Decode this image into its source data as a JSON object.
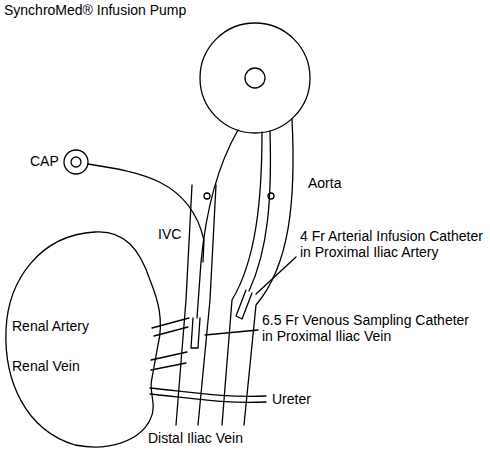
{
  "diagram": {
    "nodes": [
      {
        "text": [
          "SynchroMed® Infusion Pump"
        ]
      },
      {
        "text": [
          "CAP"
        ]
      }
    ],
    "labels": [
      "Aorta",
      "IVC",
      "4 Fr Arterial Infusion Catheter in Proximal Iliac Artery",
      "Renal Artery",
      "Renal Vein",
      "6.5 Fr Venous Sampling Catheter in Proximal Iliac Vein",
      "Ureter",
      "Distal Iliac Vein"
    ]
  }
}
